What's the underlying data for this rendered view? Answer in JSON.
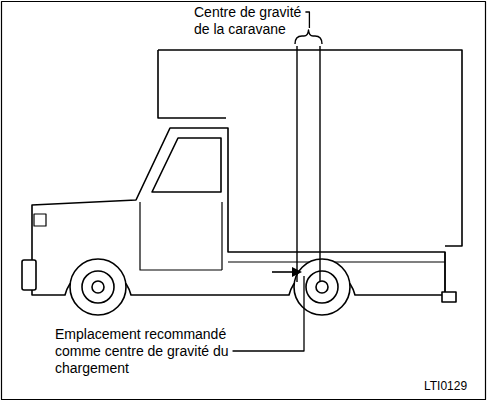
{
  "diagram": {
    "labels": [
      "Centre de gravité de la caravane",
      "Emplacement recommandé comme centre de gravité du chargement",
      "LTI0129"
    ]
  }
}
